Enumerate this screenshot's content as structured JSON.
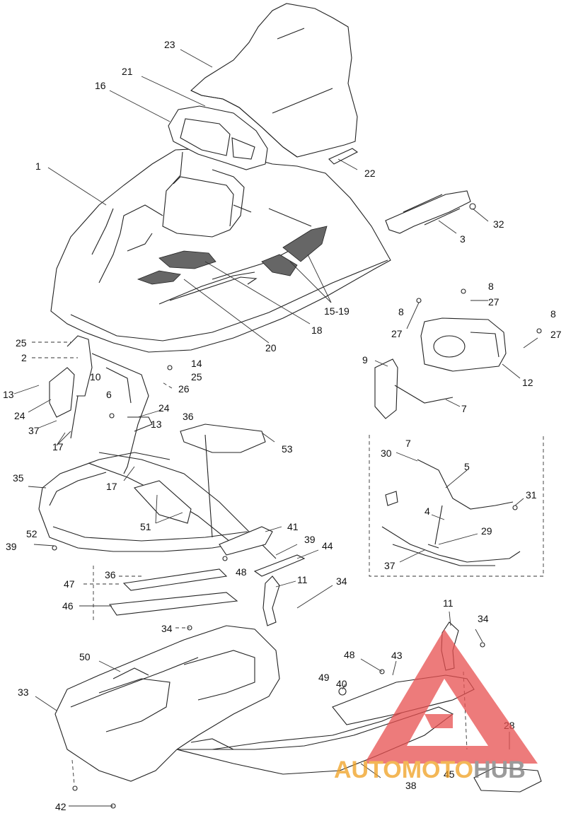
{
  "diagram": {
    "callouts": [
      "23",
      "21",
      "16",
      "1",
      "22",
      "3",
      "32",
      "15-19",
      "18",
      "20",
      "8",
      "27",
      "8",
      "27",
      "8",
      "27",
      "12",
      "9",
      "7",
      "25",
      "2",
      "14",
      "10",
      "25",
      "26",
      "13",
      "6",
      "24",
      "24",
      "13",
      "37",
      "17",
      "36",
      "53",
      "17",
      "35",
      "51",
      "41",
      "39",
      "52",
      "39",
      "44",
      "48",
      "36",
      "47",
      "11",
      "34",
      "46",
      "34",
      "50",
      "33",
      "7",
      "30",
      "5",
      "31",
      "4",
      "29",
      "37",
      "11",
      "34",
      "48",
      "43",
      "49",
      "40",
      "28",
      "42",
      "38",
      "45"
    ]
  },
  "watermark": {
    "part1": "AUTO",
    "part2": "MOTO",
    "part3": "HUB",
    "color_triangle": "#e85050",
    "color_auto": "#f0a020",
    "color_moto": "#f0a020",
    "color_hub": "#7a7a7a"
  }
}
